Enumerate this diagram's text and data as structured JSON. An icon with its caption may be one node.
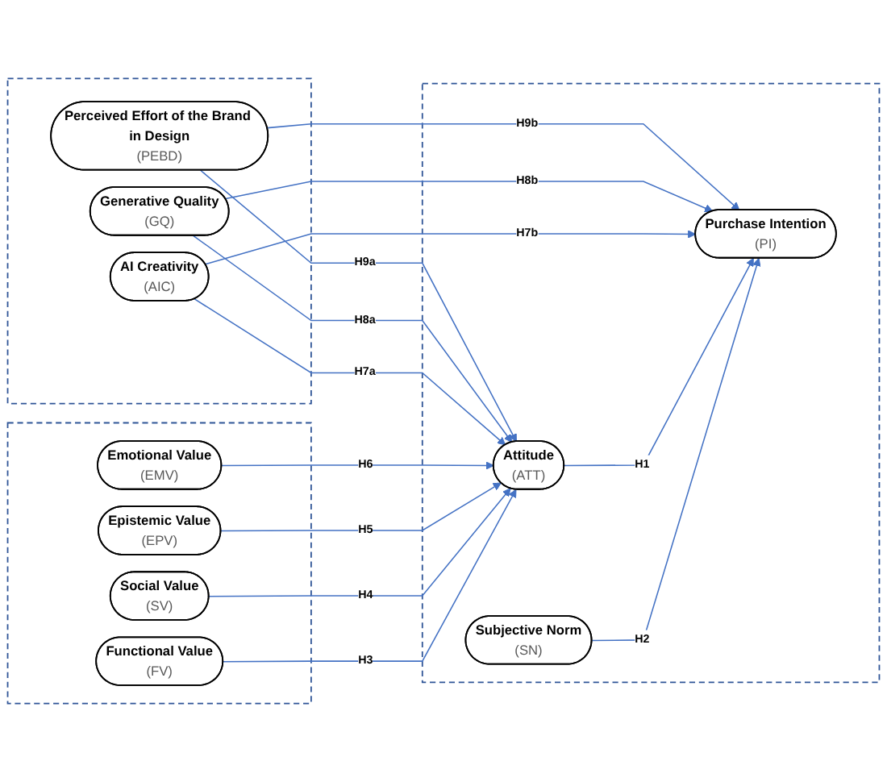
{
  "diagram": {
    "nodes": [
      {
        "text": [],
        "shape": "box"
      },
      {
        "text": [
          "Perceived Effort of the Brand in Design",
          "(PEBD)"
        ],
        "in": 0
      },
      {
        "text": [
          "Generative Quality",
          "(GQ)"
        ],
        "in": 0
      },
      {
        "text": [
          "AI Creativity",
          "(AIC)"
        ],
        "in": 0
      },
      {
        "text": [],
        "shape": "box"
      },
      {
        "text": [
          "Emotional Value",
          "(EMV)"
        ],
        "in": 4
      },
      {
        "text": [
          "Epistemic Value",
          "(EPV)"
        ],
        "in": 4
      },
      {
        "text": [
          "Social Value",
          "(SV)"
        ],
        "in": 4
      },
      {
        "text": [
          "Functional Value",
          "(FV)"
        ],
        "in": 4
      },
      {
        "text": [],
        "shape": "box"
      },
      {
        "text": [
          "Attitude",
          "(ATT)"
        ],
        "in": 9
      },
      {
        "text": [
          "Subjective Norm",
          "(SN)"
        ],
        "in": 9
      },
      {
        "text": [
          "Purchase Intention",
          "(PI)"
        ],
        "in": 9
      }
    ],
    "edges": [
      {
        "from": 1,
        "to": 12,
        "arrow": "to",
        "label": "H9b"
      },
      {
        "from": 1,
        "to": 10,
        "arrow": "to",
        "label": "H9a"
      },
      {
        "from": 2,
        "to": 10,
        "arrow": "to",
        "label": "H8a"
      },
      {
        "from": 2,
        "to": 12,
        "arrow": "to",
        "label": "H8b"
      },
      {
        "from": 3,
        "to": 10,
        "arrow": "to",
        "label": "H7a"
      },
      {
        "from": 3,
        "to": 12,
        "arrow": "to",
        "label": "H7b"
      },
      {
        "from": 5,
        "to": 10,
        "arrow": "to",
        "label": "H6"
      },
      {
        "from": 6,
        "to": 10,
        "arrow": "to",
        "label": "H5"
      },
      {
        "from": 7,
        "to": 10,
        "arrow": "to",
        "label": "H4"
      },
      {
        "from": 8,
        "to": 10,
        "arrow": "to",
        "label": "H3"
      },
      {
        "from": 10,
        "to": 12,
        "arrow": "to",
        "label": "H1"
      },
      {
        "from": 11,
        "to": 12,
        "arrow": "to",
        "label": "H2"
      }
    ]
  }
}
